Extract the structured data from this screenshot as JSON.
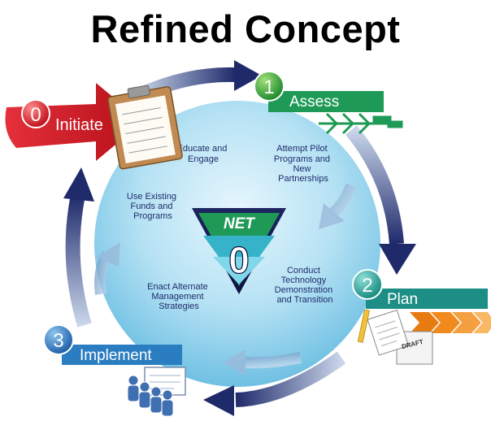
{
  "title": "Refined Concept",
  "center_logo": {
    "text_top": "NET",
    "digit": "0"
  },
  "steps": [
    {
      "number": "0",
      "label": "Initiate"
    },
    {
      "number": "1",
      "label": "Assess"
    },
    {
      "number": "2",
      "label": "Plan"
    },
    {
      "number": "3",
      "label": "Implement"
    }
  ],
  "circle_items": {
    "educate": [
      "Educate and",
      "Engage"
    ],
    "pilot": [
      "Attempt Pilot",
      "Programs and",
      "New",
      "Partnerships"
    ],
    "existing": [
      "Use Existing",
      "Funds and",
      "Programs"
    ],
    "conduct": [
      "Conduct",
      "Technology",
      "Demonstration",
      "and Transition"
    ],
    "enact": [
      "Enact Alternate",
      "Management",
      "Strategies"
    ]
  },
  "draft_stamp": "DRAFT",
  "colors": {
    "circle_light": "#e6f6fd",
    "circle_dark": "#6fc0e3",
    "navy": "#1f2a6b",
    "initiate_red": "#d4161f",
    "green_banner": "#1e9a56",
    "teal_banner": "#1c8e86",
    "blue_banner": "#2a7dc0",
    "orange": "#f08a1d"
  }
}
